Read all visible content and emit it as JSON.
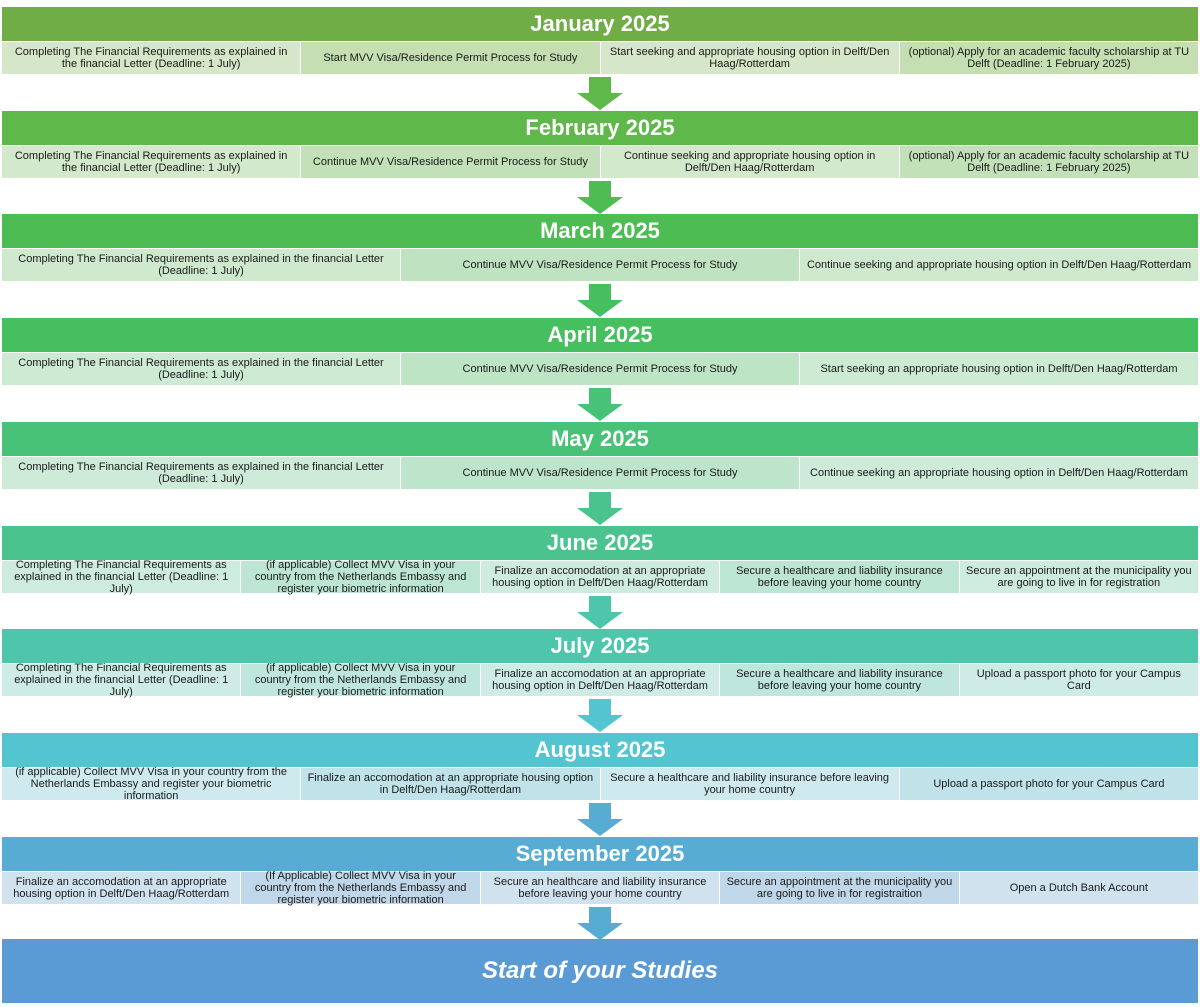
{
  "months": [
    {
      "title": "January 2025",
      "header_color": "#70ad47",
      "cell_colors": [
        "#d6e7c9",
        "#c5dfb2"
      ],
      "tasks": [
        "Completing The Financial Requirements as explained in the financial Letter (Deadline: 1 July)",
        "Start MVV Visa/Residence Permit Process for Study",
        "Start seeking and appropriate housing option in Delft/Den Haag/Rotterdam",
        "(optional) Apply for an academic faculty scholarship at TU Delft (Deadline: 1 February 2025)"
      ]
    },
    {
      "title": "February 2025",
      "header_color": "#5fb84a",
      "cell_colors": [
        "#d3e9cb",
        "#c2e1b8"
      ],
      "tasks": [
        "Completing The Financial Requirements as explained in the financial Letter (Deadline: 1 July)",
        "Continue MVV Visa/Residence Permit Process for Study",
        "Continue seeking and appropriate housing option in Delft/Den Haag/Rotterdam",
        "(optional) Apply for an academic faculty scholarship at TU Delft (Deadline: 1 February 2025)"
      ]
    },
    {
      "title": "March 2025",
      "header_color": "#4cbc53",
      "cell_colors": [
        "#cfe9cf",
        "#bfe3c0"
      ],
      "tasks": [
        "Completing The Financial Requirements as explained in the financial Letter (Deadline: 1 July)",
        "Continue MVV Visa/Residence Permit Process for Study",
        "Continue seeking and appropriate housing option in Delft/Den Haag/Rotterdam"
      ]
    },
    {
      "title": "April 2025",
      "header_color": "#46c05e",
      "cell_colors": [
        "#cdead2",
        "#bde4c4"
      ],
      "tasks": [
        "Completing The Financial Requirements as explained in the financial Letter (Deadline: 1 July)",
        "Continue MVV Visa/Residence Permit Process for Study",
        "Start seeking an appropriate housing option in Delft/Den Haag/Rotterdam"
      ]
    },
    {
      "title": "May 2025",
      "header_color": "#48c276",
      "cell_colors": [
        "#cdebd8",
        "#bde5cb"
      ],
      "tasks": [
        "Completing The Financial Requirements as explained in the financial Letter (Deadline: 1 July)",
        "Continue MVV Visa/Residence Permit Process for Study",
        "Continue seeking an appropriate housing option in Delft/Den Haag/Rotterdam"
      ]
    },
    {
      "title": "June 2025",
      "header_color": "#4bc38e",
      "cell_colors": [
        "#cdebdf",
        "#bde5d3"
      ],
      "tasks": [
        "Completing The Financial Requirements as explained in the financial Letter (Deadline: 1 July)",
        "(if applicable) Collect MVV Visa in your country from the Netherlands Embassy and register your biometric information",
        "Finalize an accomodation at an appropriate housing option in Delft/Den Haag/Rotterdam",
        "Secure a healthcare and liability insurance before leaving your home country",
        "Secure an appointment at the municipality you are going to live in for registration"
      ]
    },
    {
      "title": "July 2025",
      "header_color": "#4ec6ac",
      "cell_colors": [
        "#ceece5",
        "#bee6dc"
      ],
      "tasks": [
        "Completing The Financial Requirements as explained in the financial Letter (Deadline: 1 July)",
        "(if applicable) Collect MVV Visa in your country from the Netherlands Embassy and register your biometric information",
        "Finalize an accomodation at an appropriate housing option in Delft/Den Haag/Rotterdam",
        "Secure a healthcare and liability insurance before leaving your home country",
        "Upload a passport photo for your Campus Card"
      ]
    },
    {
      "title": "August 2025",
      "header_color": "#53c5d1",
      "cell_colors": [
        "#cfeaee",
        "#bfe3e8"
      ],
      "tasks": [
        "(if applicable) Collect MVV Visa in your country from the Netherlands Embassy and register your biometric information",
        "Finalize an accomodation at an appropriate housing option in Delft/Den Haag/Rotterdam",
        "Secure a healthcare and liability insurance before leaving your home country",
        "Upload a passport photo for your Campus Card"
      ]
    },
    {
      "title": "September 2025",
      "header_color": "#56acd3",
      "cell_colors": [
        "#cfe2ee",
        "#bfd7e8"
      ],
      "tasks": [
        "Finalize an accomodation at an appropriate housing option in Delft/Den Haag/Rotterdam",
        "(If Applicable) Collect MVV Visa in your country from the Netherlands Embassy and register your biometric information",
        "Secure an healthcare and liability insurance before leaving your home country",
        "Secure an appointment at the municipality you are going to live in for registraition",
        "Open a Dutch Bank Account"
      ]
    }
  ],
  "final": {
    "title": "Start of your Studies",
    "color": "#5b9bd5"
  }
}
